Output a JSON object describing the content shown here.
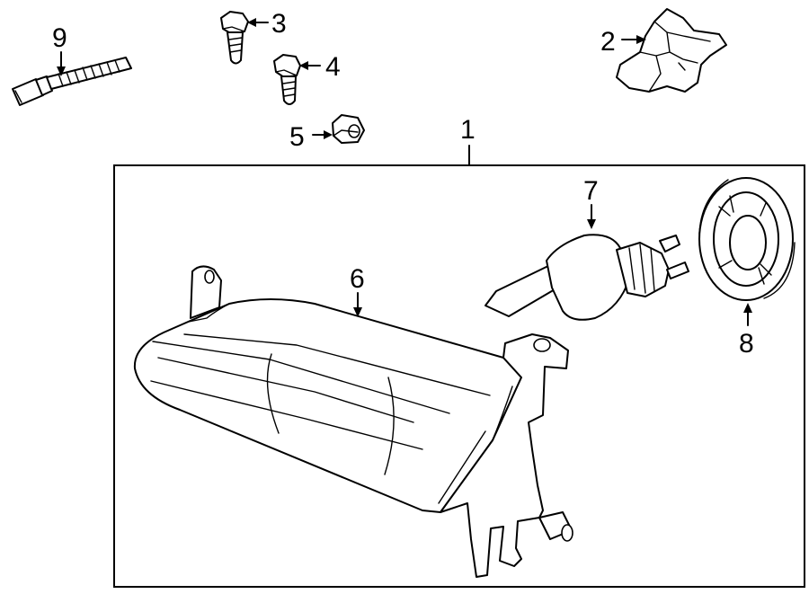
{
  "callouts": {
    "c1": "1",
    "c2": "2",
    "c3": "3",
    "c4": "4",
    "c5": "5",
    "c6": "6",
    "c7": "7",
    "c8": "8",
    "c9": "9"
  },
  "parts": [
    {
      "callout": "1",
      "name": "headlamp-assembly"
    },
    {
      "callout": "2",
      "name": "headlamp-cap"
    },
    {
      "callout": "3",
      "name": "bolt"
    },
    {
      "callout": "4",
      "name": "bolt"
    },
    {
      "callout": "5",
      "name": "nut"
    },
    {
      "callout": "6",
      "name": "headlamp-housing"
    },
    {
      "callout": "7",
      "name": "bulb"
    },
    {
      "callout": "8",
      "name": "socket-seal"
    },
    {
      "callout": "9",
      "name": "adjuster-screw"
    }
  ]
}
